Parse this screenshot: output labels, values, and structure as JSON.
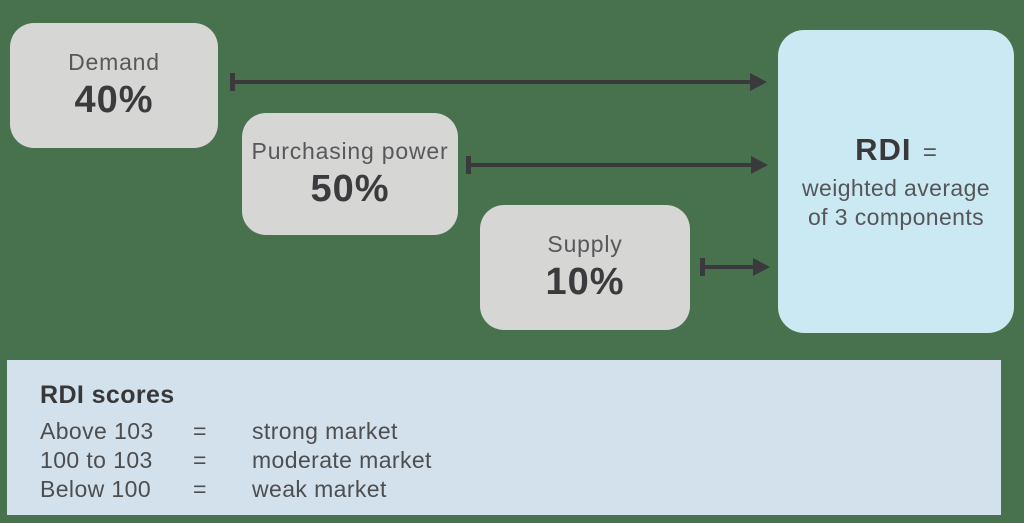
{
  "components": [
    {
      "name": "Demand",
      "weight": "40%"
    },
    {
      "name": "Purchasing power",
      "weight": "50%"
    },
    {
      "name": "Supply",
      "weight": "10%"
    }
  ],
  "result": {
    "title": "RDI",
    "equals": "=",
    "description_line1": "weighted average",
    "description_line2": "of 3 components"
  },
  "legend": {
    "title": "RDI scores",
    "rows": [
      {
        "range": "Above 103",
        "equals": "=",
        "meaning": "strong market"
      },
      {
        "range": "100 to 103",
        "equals": "=",
        "meaning": "moderate market"
      },
      {
        "range": "Below 100",
        "equals": "=",
        "meaning": "weak market"
      }
    ]
  },
  "colors": {
    "background": "#48724E",
    "component_box": "#D6D6D5",
    "rdi_box": "#CBE9F2",
    "legend_box": "#D3E1EC",
    "arrow": "#3A3A3C",
    "text_dark": "#3B3B3D",
    "text_medium": "#58585A"
  }
}
